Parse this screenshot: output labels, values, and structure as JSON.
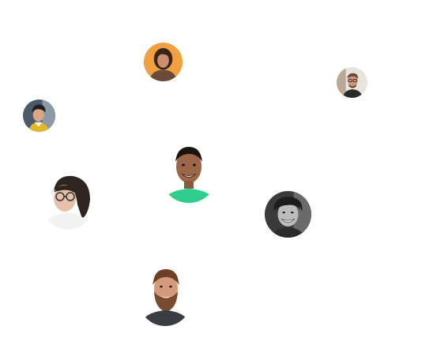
{
  "avatars": [
    {
      "name": "woman-orange-background",
      "bg": "#f0a040",
      "skin": "#c98f6e",
      "hair": "#3a2418",
      "shirt": "#6b4a3a"
    },
    {
      "name": "man-glasses-beige",
      "bg": "#e8e3dc",
      "skin": "#c9987b",
      "hair": "#6a4a34",
      "shirt": "#2a2a2a"
    },
    {
      "name": "person-beanie-yellow",
      "bg": "#4a5a68",
      "skin": "#d8a688",
      "hair": "#1f1f1f",
      "shirt": "#e3b72a"
    },
    {
      "name": "man-smiling-green-shirt",
      "bg": "#ffffff",
      "skin": "#9c6648",
      "hair": "#1a1410",
      "shirt": "#2ecf8e"
    },
    {
      "name": "woman-glasses-reading",
      "bg": "#ffffff",
      "skin": "#e6c0a8",
      "hair": "#2e2420",
      "shirt": "#f2f2f2"
    },
    {
      "name": "man-black-white",
      "bg": "#3a3a3a",
      "skin": "#bdbdbd",
      "hair": "#1c1c1c",
      "shirt": "#2a2a2a"
    },
    {
      "name": "man-beard-dark-sweater",
      "bg": "#ffffff",
      "skin": "#d49a7c",
      "hair": "#6b4026",
      "shirt": "#3a3d44"
    }
  ]
}
